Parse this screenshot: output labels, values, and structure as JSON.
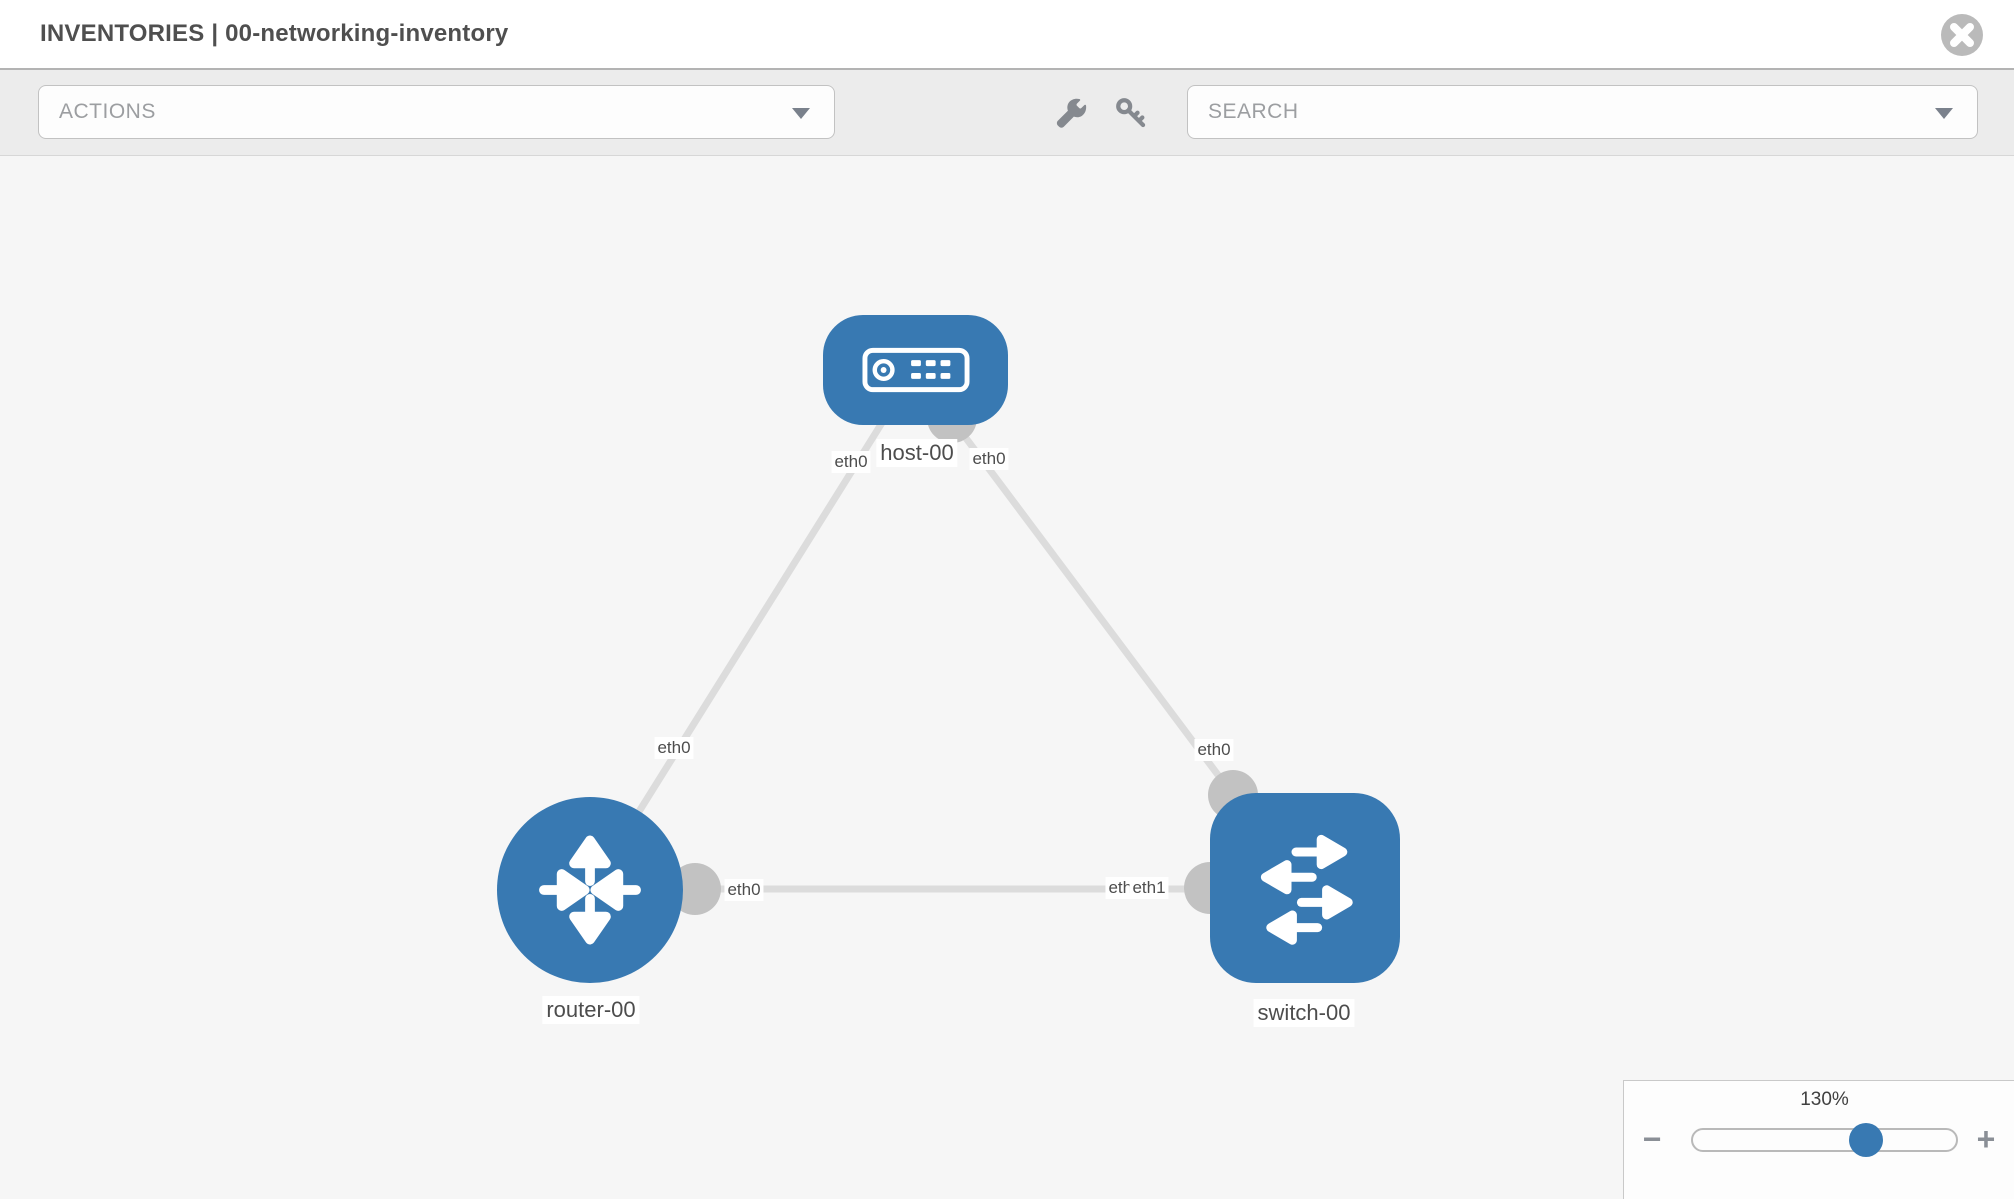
{
  "window": {
    "title": "INVENTORIES | 00-networking-inventory"
  },
  "toolbar": {
    "actions": {
      "label": "ACTIONS"
    },
    "tools": {
      "wrench": "wrench-icon",
      "key": "key-icon"
    },
    "search": {
      "placeholder": "SEARCH"
    }
  },
  "topology": {
    "nodes": [
      {
        "id": "host-00",
        "type": "host",
        "label": "host-00"
      },
      {
        "id": "router-00",
        "type": "router",
        "label": "router-00"
      },
      {
        "id": "switch-00",
        "type": "switch",
        "label": "switch-00"
      }
    ],
    "links": [
      {
        "source": "host-00",
        "target": "router-00",
        "source_interface": "eth0",
        "target_interface": "eth0"
      },
      {
        "source": "host-00",
        "target": "switch-00",
        "source_interface": "eth0",
        "target_interface": "eth0"
      },
      {
        "source": "router-00",
        "target": "switch-00",
        "source_interface": "eth0",
        "target_interface": "eth1"
      }
    ],
    "interface_labels": {
      "host_left": "eth0",
      "host_right": "eth0",
      "router_top": "eth0",
      "switch_top": "eth0",
      "router_side": "eth0",
      "switch_side_back": "eth1",
      "switch_side_front": "eth1"
    }
  },
  "zoom_control": {
    "level": "130%",
    "decrease": "−",
    "increase": "+"
  },
  "colors": {
    "node_blue": "#3879b2",
    "link_gray": "#dcdcdc",
    "interface_dot": "#c2c2c2",
    "canvas_bg": "#f6f6f6",
    "toolbar_bg": "#ececec"
  }
}
